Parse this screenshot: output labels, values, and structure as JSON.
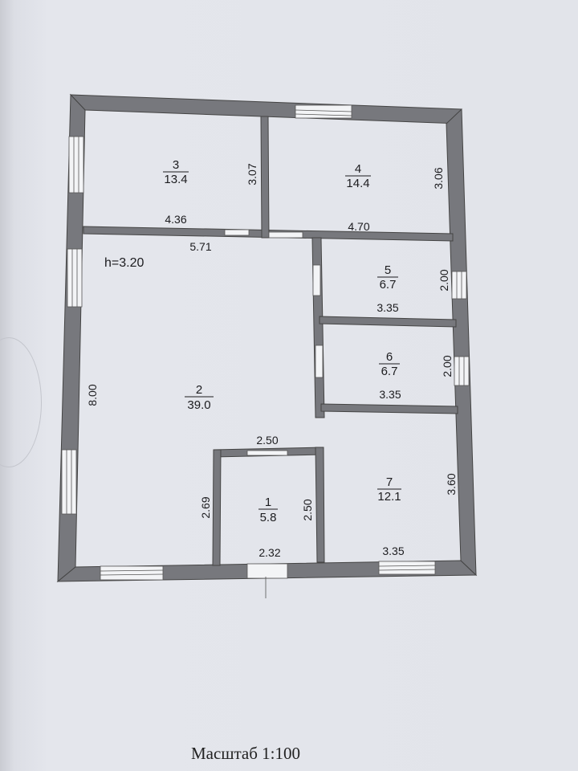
{
  "height_label": "h=3.20",
  "scale_label": "Масштаб 1:100",
  "rooms": [
    {
      "number": "3",
      "area": "13.4"
    },
    {
      "number": "4",
      "area": "14.4"
    },
    {
      "number": "5",
      "area": "6.7"
    },
    {
      "number": "6",
      "area": "6.7"
    },
    {
      "number": "2",
      "area": "39.0"
    },
    {
      "number": "1",
      "area": "5.8"
    },
    {
      "number": "7",
      "area": "12.1"
    }
  ],
  "dimensions": {
    "room3_width": "4.36",
    "room3_height": "3.07",
    "room4_width": "4.70",
    "room4_height": "3.06",
    "corridor_width": "5.71",
    "room5_width": "3.35",
    "room5_height": "2.00",
    "room6_width": "3.35",
    "room6_height": "2.00",
    "room2_height": "8.00",
    "room1_top": "2.50",
    "room1_bottom": "2.32",
    "room1_right": "2.50",
    "room2_step": "2.69",
    "room7_width": "3.35",
    "room7_height": "3.60"
  }
}
